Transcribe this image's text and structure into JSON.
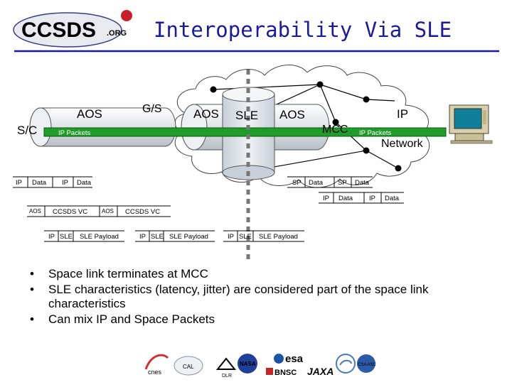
{
  "title": "Interoperability Via SLE",
  "logo": {
    "text": "CCSDS",
    "suffix": ".ORG"
  },
  "diagram": {
    "aos_left": "AOS",
    "gs": "G/S",
    "aos_mid": "AOS",
    "sle": "SLE",
    "aos_right": "AOS",
    "ip": "IP",
    "sc": "S/C",
    "mcc": "MCC",
    "network": "Network",
    "ip_packets_left": "IP Packets",
    "ip_packets_right": "IP Packets",
    "row1": {
      "ip_a": "IP",
      "data_a": "Data",
      "ip_b": "IP",
      "data_b": "Data",
      "sp_a": "SP",
      "data_c": "Data",
      "sp_b": "SP",
      "data_d": "Data"
    },
    "row2": {
      "ip_a": "IP",
      "data_a": "Data",
      "ip_b": "IP",
      "data_b": "Data"
    },
    "row3": {
      "aos_a": "AOS",
      "ccsds_vc_a": "CCSDS VC",
      "aos_b": "AOS",
      "ccsds_vc_b": "CCSDS VC"
    },
    "row4": [
      {
        "ip": "IP",
        "sle": "SLE",
        "payload": "SLE Payload"
      },
      {
        "ip": "IP",
        "sle": "SLE",
        "payload": "SLE Payload"
      },
      {
        "ip": "IP",
        "sle": "SLE",
        "payload": "SLE Payload"
      }
    ]
  },
  "bullets": [
    "Space link terminates at MCC",
    "SLE characteristics (latency, jitter) are considered part of the space link characteristics",
    "Can mix IP and Space Packets"
  ],
  "agency_logos": [
    {
      "text": "cnes"
    },
    {
      "text": ""
    },
    {
      "text": "DLR"
    },
    {
      "text": "NASA"
    },
    {
      "text": "esa"
    },
    {
      "text": "BNSC"
    },
    {
      "text": "JAXA"
    },
    {
      "text": ""
    },
    {
      "text": "CSA ASC"
    }
  ]
}
